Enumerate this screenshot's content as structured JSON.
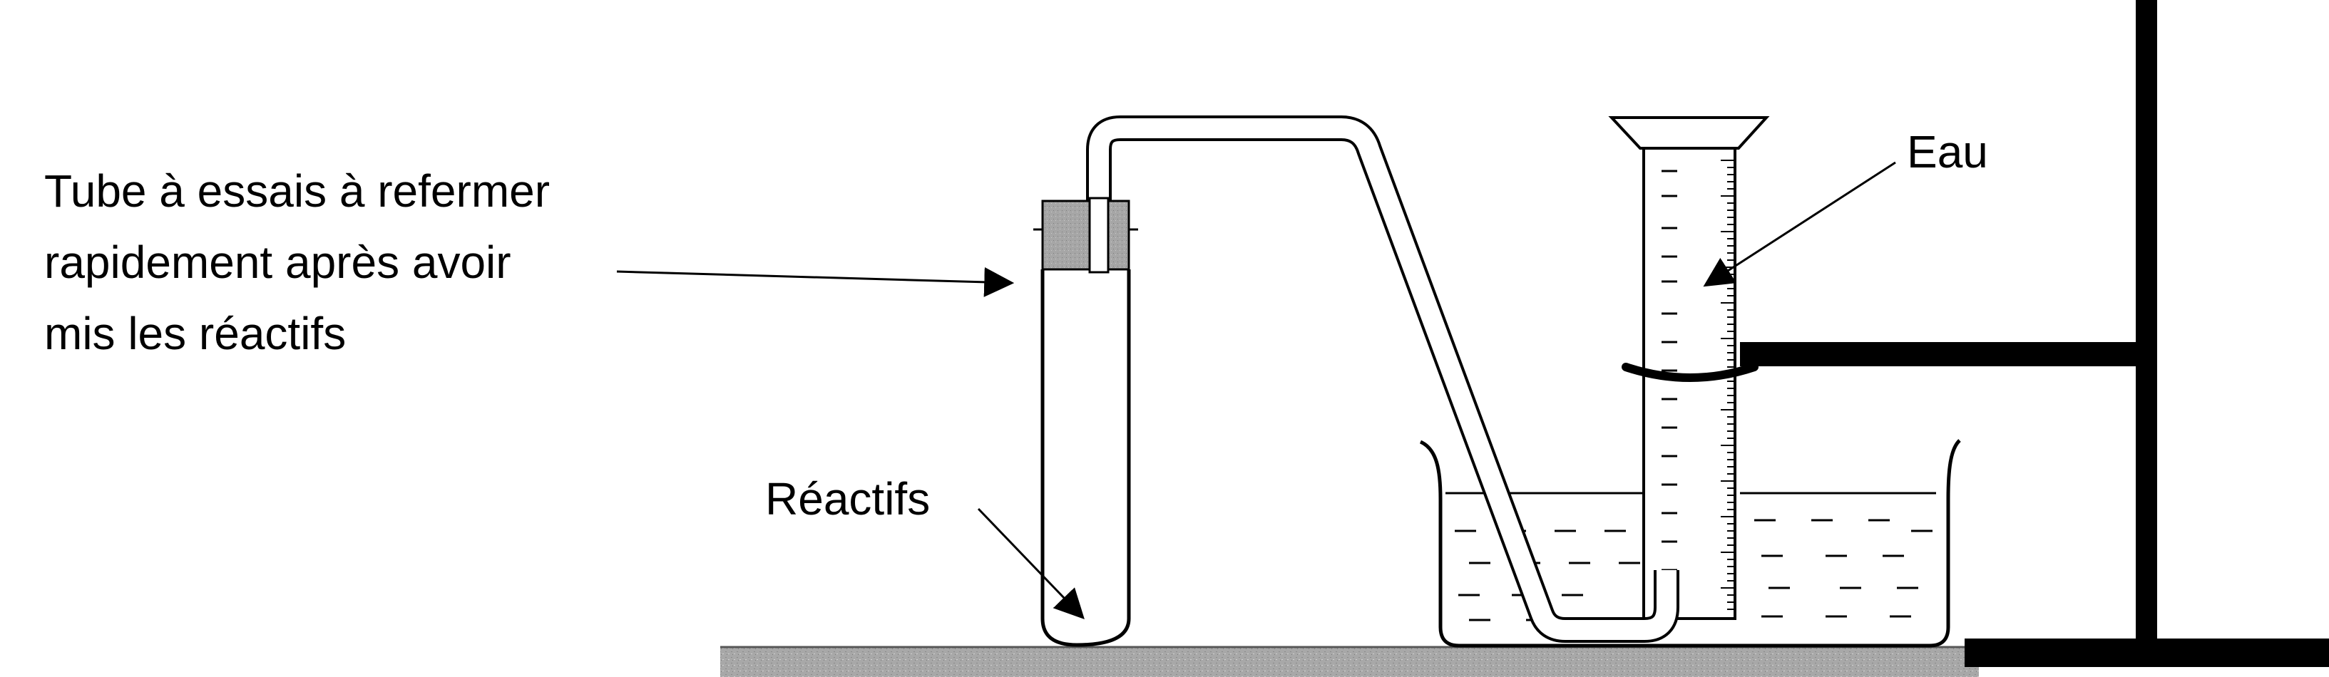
{
  "labels": {
    "tube_line1": "Tube à essais à refermer",
    "tube_line2": "rapidement après avoir",
    "tube_line3": "mis les réactifs",
    "reactifs": "Réactifs",
    "eau": "Eau"
  },
  "colors": {
    "ink": "#000000",
    "bench": "#b3b3b3",
    "stopper": "#a6a6a6",
    "paper": "#ffffff"
  }
}
